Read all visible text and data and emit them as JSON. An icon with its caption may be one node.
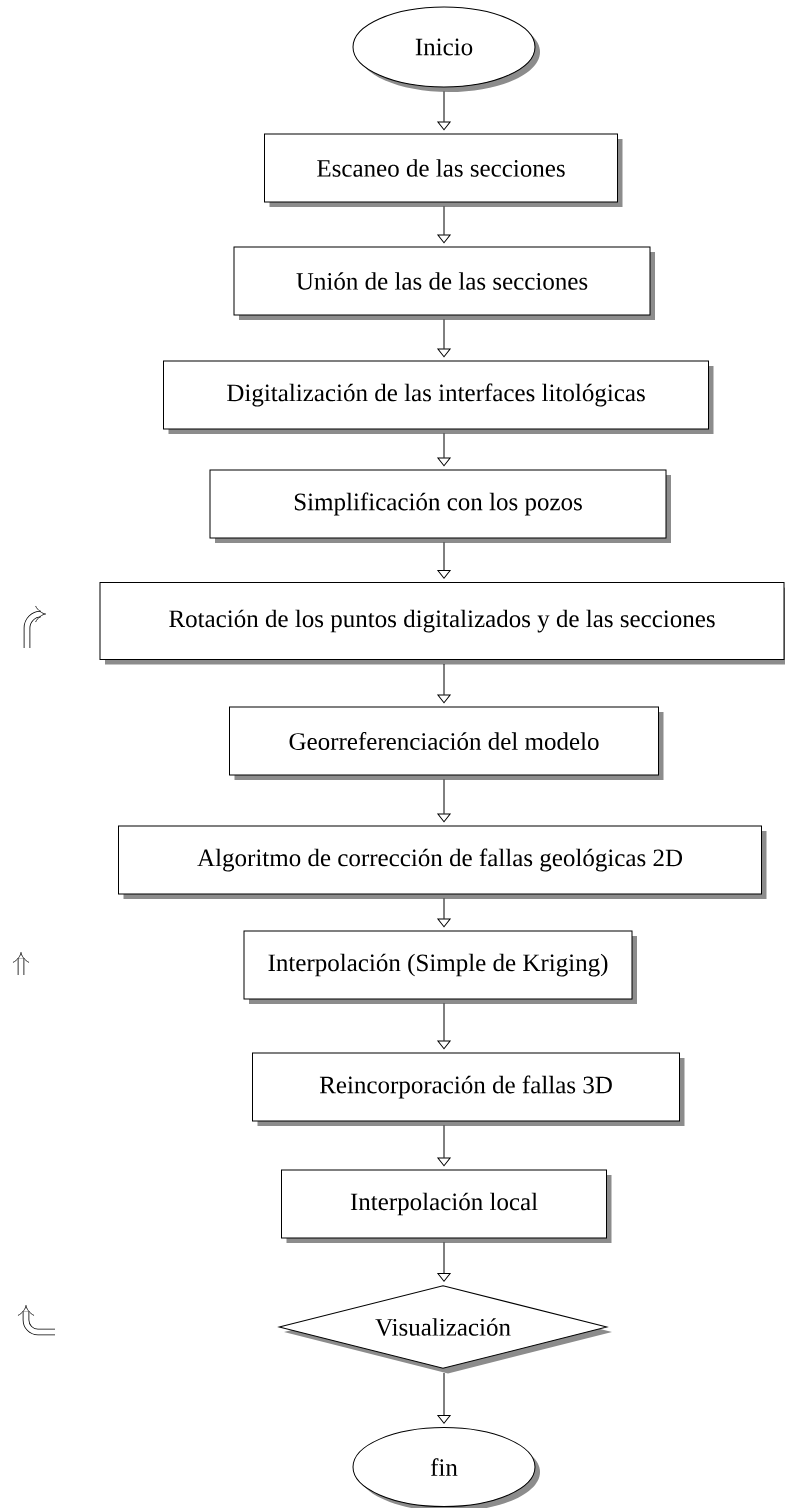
{
  "diagram": {
    "nodes": [
      {
        "text": [
          "Inicio"
        ]
      },
      {
        "text": [
          "Escaneo de las secciones"
        ]
      },
      {
        "text": [
          "Unión de las de las secciones"
        ]
      },
      {
        "text": [
          "Digitalización de las interfaces litológicas"
        ]
      },
      {
        "text": [
          "Simplificación con los pozos"
        ]
      },
      {
        "text": [
          "Rotación de los puntos digitalizados y de las secciones"
        ]
      },
      {
        "text": [
          "Georreferenciación del modelo"
        ]
      },
      {
        "text": [
          "Algoritmo de corrección de fallas geológicas 2D"
        ]
      },
      {
        "text": [
          "Interpolación (Simple de Kriging)"
        ]
      },
      {
        "text": [
          "Reincorporación de fallas 3D"
        ]
      },
      {
        "text": [
          "Interpolación local"
        ]
      },
      {
        "text": [
          "Visualización"
        ]
      },
      {
        "text": [
          "fin"
        ]
      }
    ],
    "edges": [
      {
        "from": 0,
        "to": 1,
        "arrow": "to"
      },
      {
        "from": 1,
        "to": 2,
        "arrow": "to"
      },
      {
        "from": 2,
        "to": 3,
        "arrow": "to"
      },
      {
        "from": 3,
        "to": 4,
        "arrow": "to"
      },
      {
        "from": 4,
        "to": 5,
        "arrow": "to"
      },
      {
        "from": 5,
        "to": 6,
        "arrow": "to"
      },
      {
        "from": 6,
        "to": 7,
        "arrow": "to"
      },
      {
        "from": 7,
        "to": 8,
        "arrow": "to"
      },
      {
        "from": 8,
        "to": 9,
        "arrow": "to"
      },
      {
        "from": 9,
        "to": 10,
        "arrow": "to"
      },
      {
        "from": 10,
        "to": 11,
        "arrow": "to"
      },
      {
        "from": 11,
        "to": 12,
        "arrow": "to"
      }
    ]
  }
}
